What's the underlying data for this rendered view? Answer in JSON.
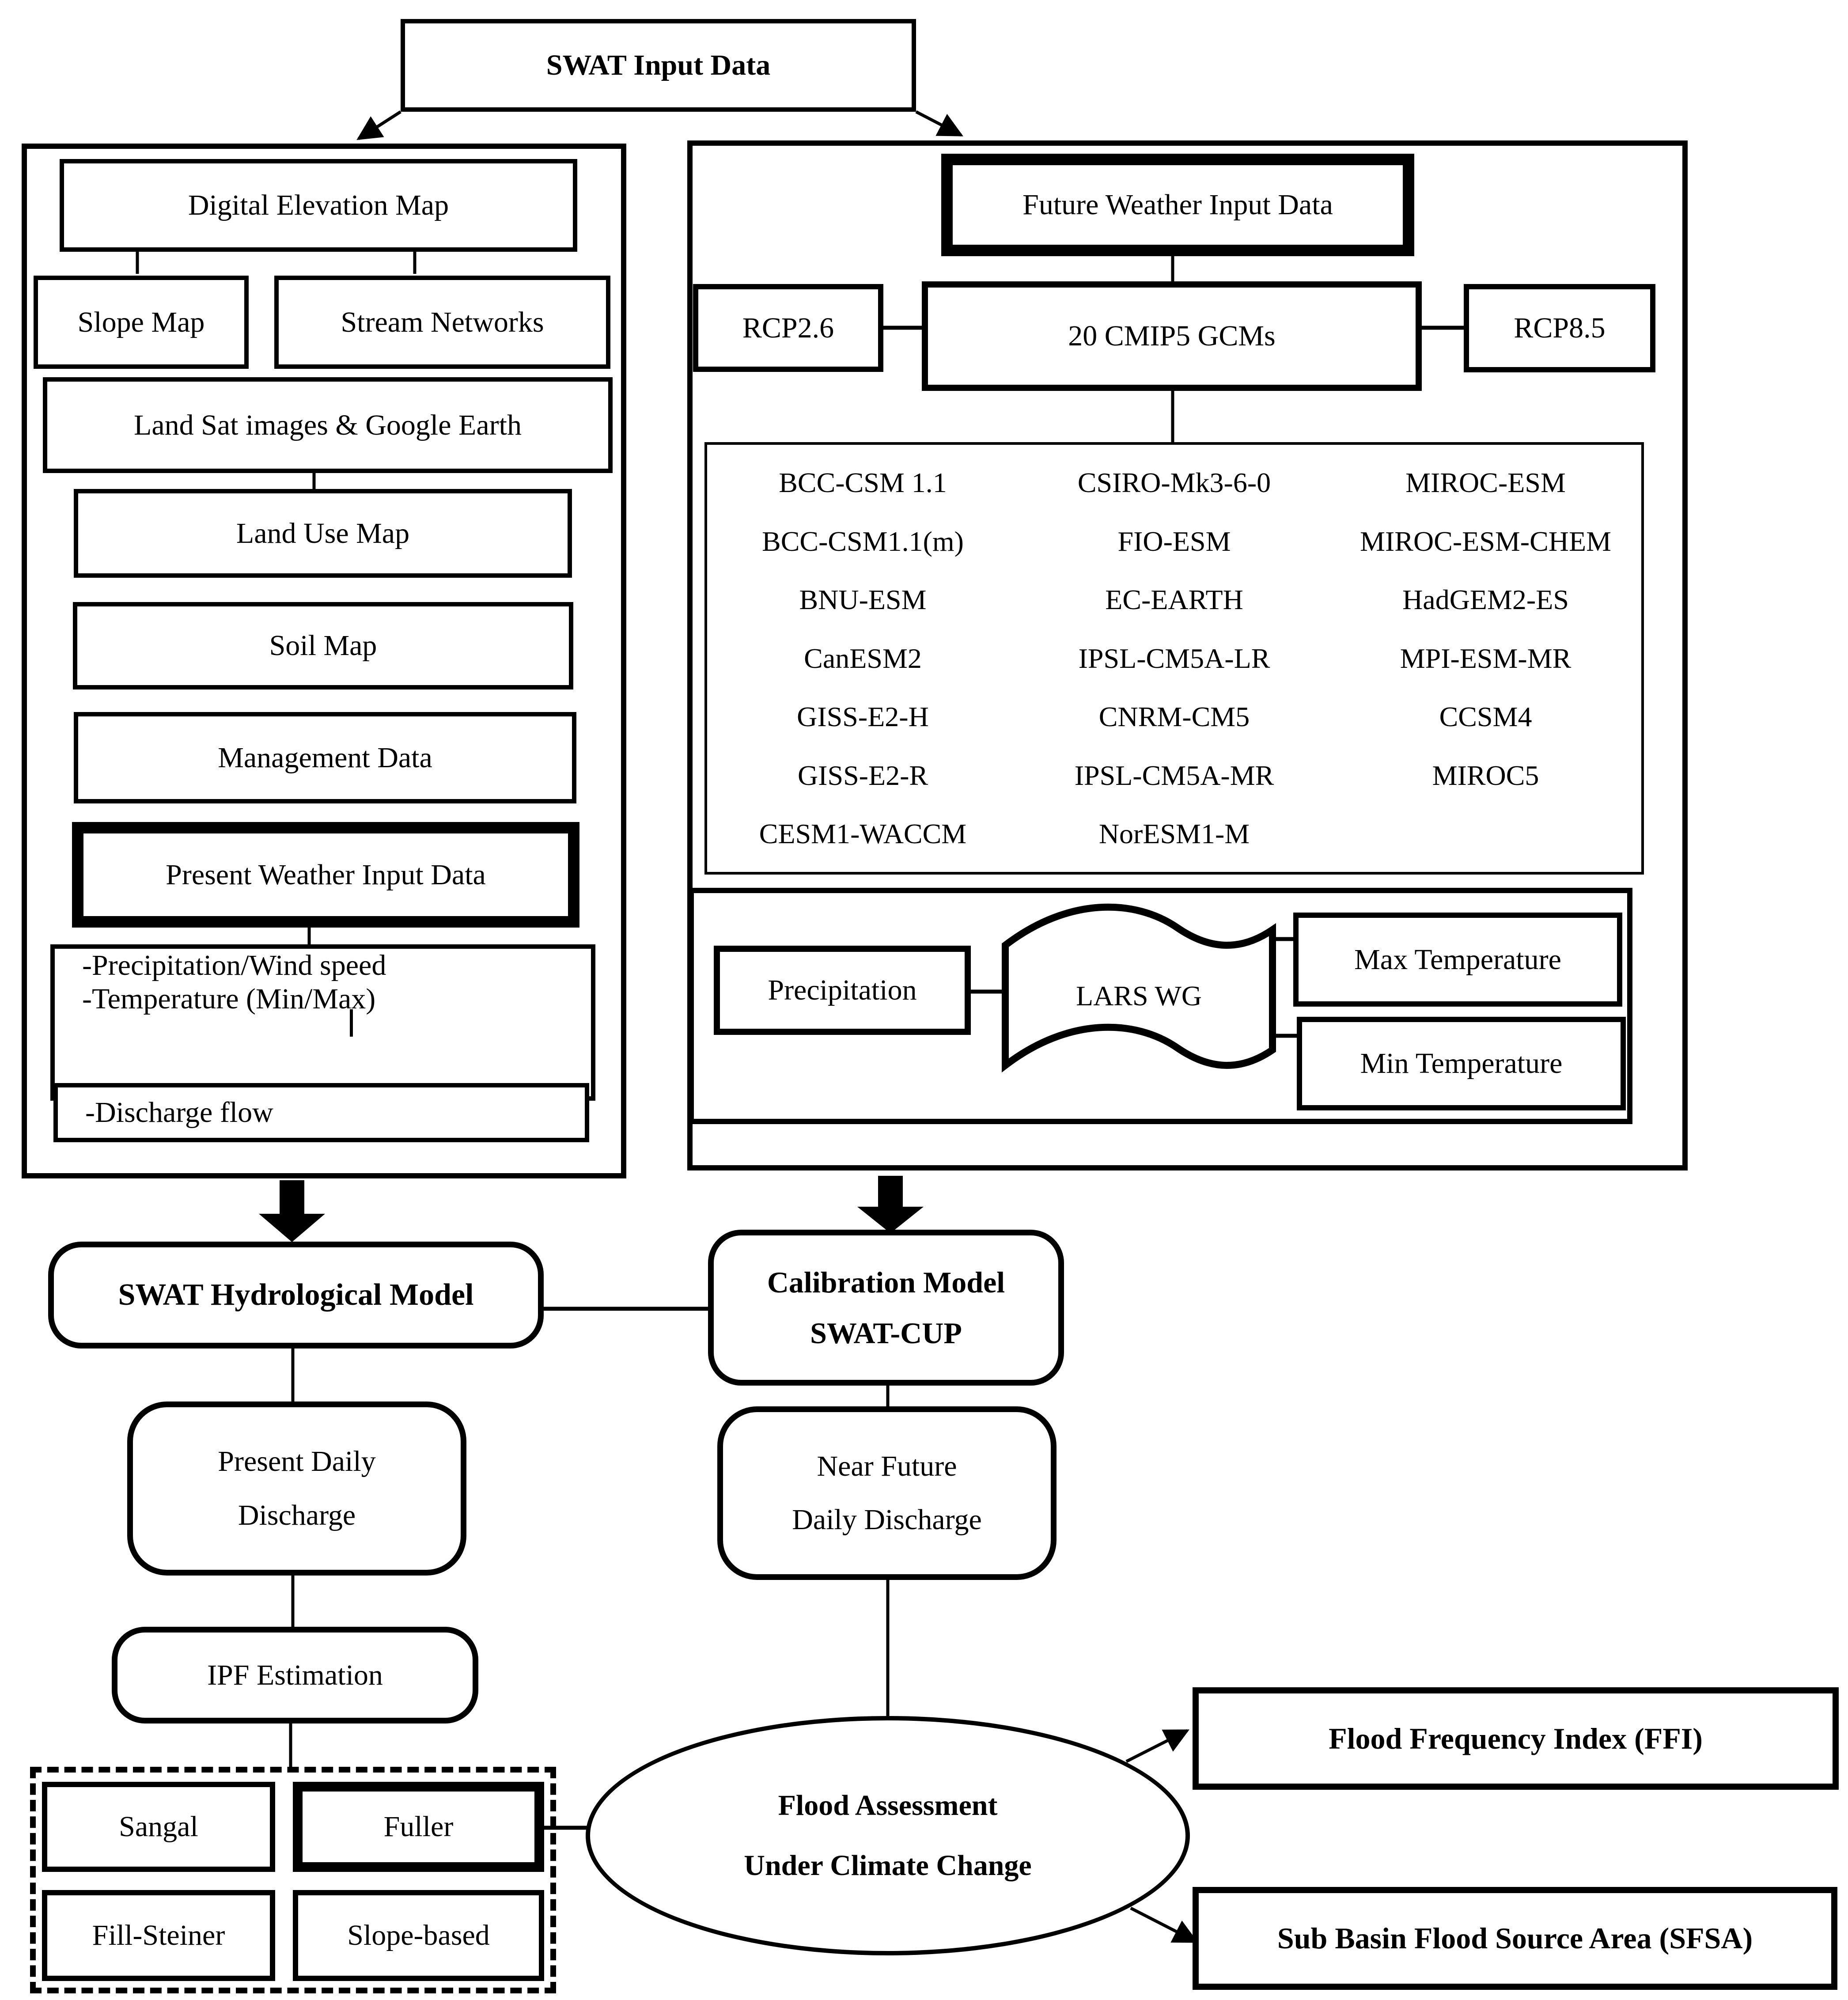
{
  "diagram_title": "SWAT Input Data",
  "left_panel": {
    "dem_label": "Digital Elevation Map",
    "slope_label": "Slope Map",
    "stream_label": "Stream Networks",
    "landsat_label": "Land Sat images & Google Earth",
    "landuse_label": "Land Use Map",
    "soil_label": "Soil Map",
    "management_label": "Management Data",
    "present_weather_label": "Present Weather Input Data",
    "weather_item_1": "-Precipitation/Wind speed",
    "weather_item_2": "-Temperature (Min/Max)",
    "discharge_label": "-Discharge flow"
  },
  "right_panel": {
    "future_weather_label": "Future Weather Input Data",
    "rcp26_label": "RCP2.6",
    "cmip_label": "20 CMIP5 GCMs",
    "rcp85_label": "RCP8.5",
    "gcms": [
      "BCC-CSM 1.1",
      "CSIRO-Mk3-6-0",
      "MIROC-ESM",
      "BCC-CSM1.1(m)",
      "FIO-ESM",
      "MIROC-ESM-CHEM",
      "BNU-ESM",
      "EC-EARTH",
      "HadGEM2-ES",
      "CanESM2",
      "IPSL-CM5A-LR",
      "MPI-ESM-MR",
      "GISS-E2-H",
      "CNRM-CM5",
      "CCSM4",
      "GISS-E2-R",
      "IPSL-CM5A-MR",
      "MIROC5",
      "CESM1-WACCM",
      "NorESM1-M",
      ""
    ],
    "precipitation_label": "Precipitation",
    "lars_label": "LARS WG",
    "max_temp_label": "Max Temperature",
    "min_temp_label": "Min Temperature"
  },
  "process": {
    "swat_model_label": "SWAT Hydrological Model",
    "calibration_line1": "Calibration Model",
    "calibration_line2": "SWAT-CUP",
    "present_daily_line1": "Present Daily",
    "present_daily_line2": "Discharge",
    "near_future_line1": "Near Future",
    "near_future_line2": "Daily Discharge",
    "ipf_label": "IPF Estimation"
  },
  "ipf_methods": {
    "sangal_label": "Sangal",
    "fuller_label": "Fuller",
    "fill_steiner_label": "Fill-Steiner",
    "slope_based_label": "Slope-based"
  },
  "assessment": {
    "line1": "Flood Assessment",
    "line2": "Under Climate Change"
  },
  "outputs": {
    "ffi_label": "Flood Frequency Index (FFI)",
    "sfsa_label": "Sub Basin Flood Source Area (SFSA)"
  },
  "colors": {
    "ink": "#000000",
    "paper": "#ffffff"
  }
}
